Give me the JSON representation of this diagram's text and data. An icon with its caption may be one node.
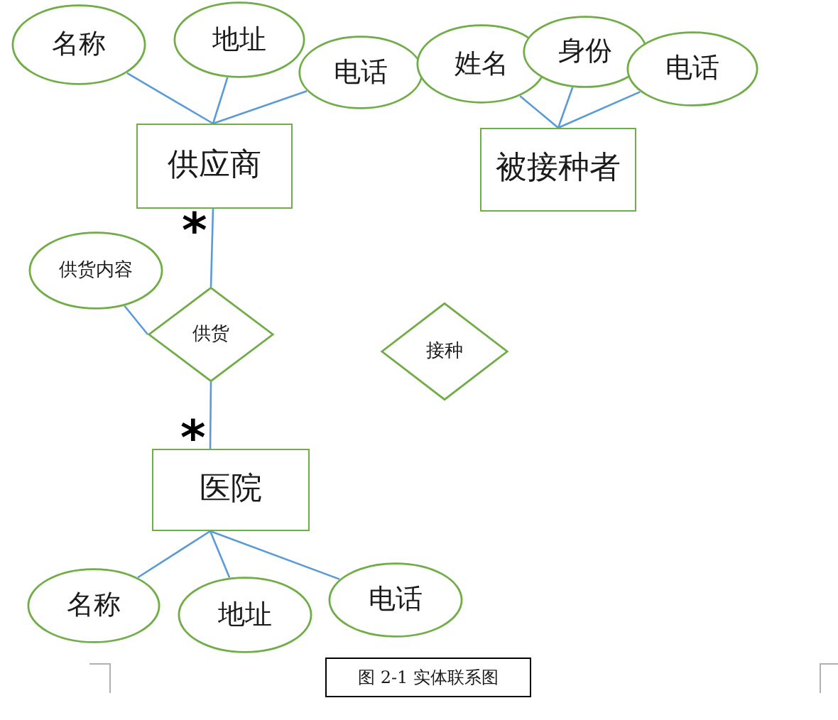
{
  "diagram": {
    "caption": "图 2-1 实体联系图",
    "nodes": [
      {
        "text": [
          "名称"
        ]
      },
      {
        "text": [
          "地址"
        ]
      },
      {
        "text": [
          "电话"
        ]
      },
      {
        "text": [
          "姓名"
        ]
      },
      {
        "text": [
          "身份"
        ]
      },
      {
        "text": [
          "电话"
        ]
      },
      {
        "text": [
          "供应商"
        ]
      },
      {
        "text": [
          "被接种者"
        ]
      },
      {
        "text": [
          "供货内容"
        ]
      },
      {
        "text": [
          "供货"
        ]
      },
      {
        "text": [
          "接种"
        ]
      },
      {
        "text": [
          "医院"
        ]
      },
      {
        "text": [
          "名称"
        ]
      },
      {
        "text": [
          "地址"
        ]
      },
      {
        "text": [
          "电话"
        ]
      }
    ],
    "edges": [
      {
        "from": 0,
        "to": 6,
        "arrow": "none"
      },
      {
        "from": 1,
        "to": 6,
        "arrow": "none"
      },
      {
        "from": 2,
        "to": 6,
        "arrow": "none"
      },
      {
        "from": 3,
        "to": 7,
        "arrow": "none"
      },
      {
        "from": 4,
        "to": 7,
        "arrow": "none"
      },
      {
        "from": 5,
        "to": 7,
        "arrow": "none"
      },
      {
        "from": 6,
        "to": 9,
        "arrow": "none"
      },
      {
        "from": 8,
        "to": 9,
        "arrow": "none"
      },
      {
        "from": 9,
        "to": 11,
        "arrow": "none"
      },
      {
        "from": 11,
        "to": 12,
        "arrow": "none"
      },
      {
        "from": 11,
        "to": 13,
        "arrow": "none"
      },
      {
        "from": 11,
        "to": 14,
        "arrow": "none"
      }
    ],
    "labels": [
      "*",
      "*"
    ]
  }
}
